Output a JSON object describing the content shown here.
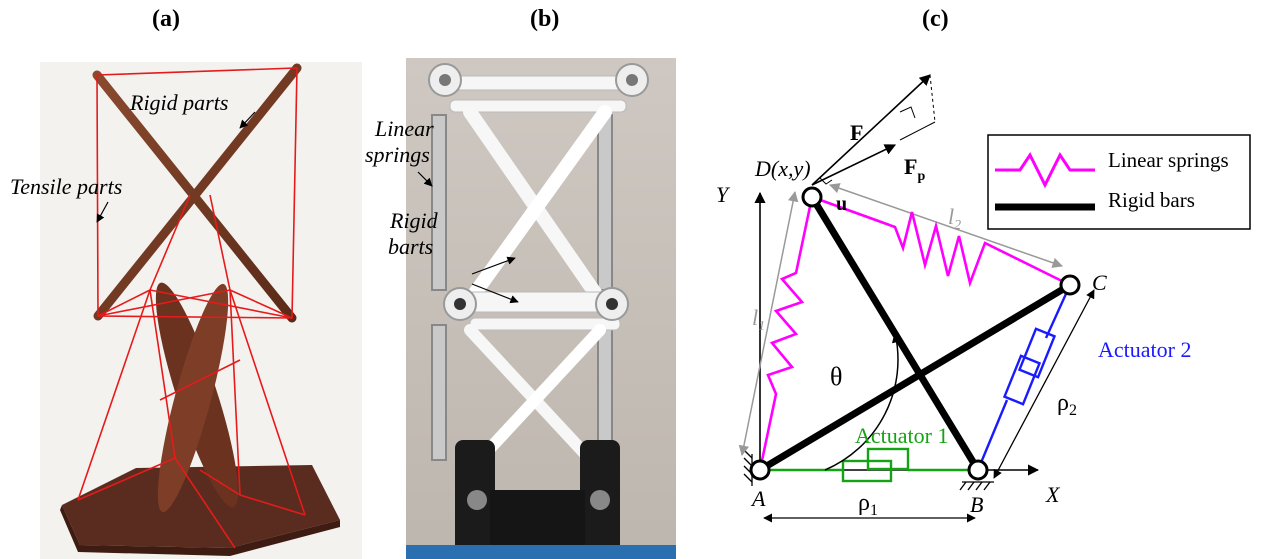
{
  "panels": {
    "a": {
      "label": "(a)",
      "annotations": {
        "rigid": "Rigid parts",
        "tensile": "Tensile parts"
      }
    },
    "b": {
      "label": "(b)",
      "annotations": {
        "springs_line1": "Linear",
        "springs_line2": "springs",
        "bars_line1": "Rigid",
        "bars_line2": "barts"
      }
    },
    "c": {
      "label": "(c)",
      "legend": {
        "springs": "Linear springs",
        "bars": "Rigid bars"
      },
      "points": {
        "D": "D(x,y)",
        "A": "A",
        "B": "B",
        "C": "C"
      },
      "axes": {
        "x": "X",
        "y": "Y"
      },
      "vectors": {
        "F": "F",
        "Fp_main": "F",
        "Fp_sub": "p",
        "u": "u"
      },
      "lengths": {
        "l1_main": "l",
        "l1_sub": "1",
        "l2_main": "l",
        "l2_sub": "2",
        "rho1_main": "ρ",
        "rho1_sub": "1",
        "rho2_main": "ρ",
        "rho2_sub": "2"
      },
      "angle": "θ",
      "actuators": {
        "a1": "Actuator 1",
        "a2": "Actuator 2"
      },
      "colors": {
        "spring": "#ff00ff",
        "actuator1": "#13a313",
        "actuator2": "#1a1aff",
        "rigid": "#000000",
        "tensile": "#e51b1b",
        "dimension": "#999999"
      }
    }
  }
}
